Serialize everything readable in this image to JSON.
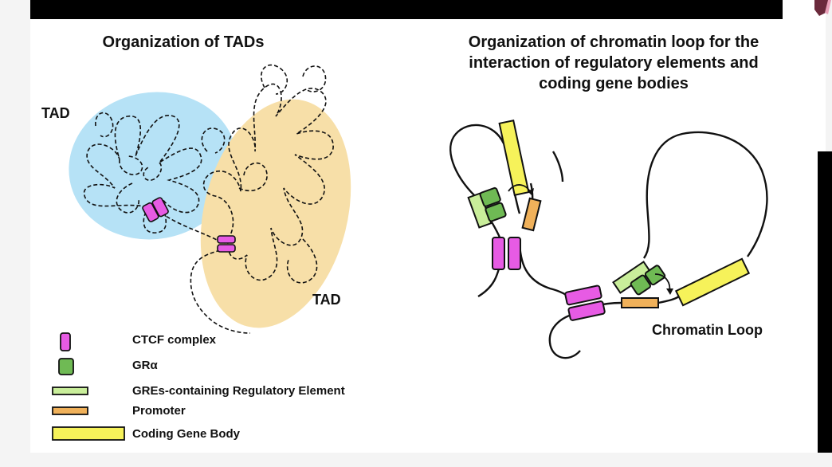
{
  "left_panel": {
    "title": "Organization of TADs",
    "tad_label_left": "TAD",
    "tad_label_right": "TAD"
  },
  "right_panel": {
    "title_lines": [
      "Organization of chromatin loop for the",
      "interaction of regulatory elements and",
      "coding gene bodies"
    ],
    "loop_label": "Chromatin Loop"
  },
  "legend": {
    "items": [
      {
        "label": "CTCF complex",
        "color": "#e75be4"
      },
      {
        "label": "GRα",
        "color": "#6fba54"
      },
      {
        "label": "GREs-containing Regulatory Element",
        "color": "#c9ee9a"
      },
      {
        "label": "Promoter",
        "color": "#f0b15a"
      },
      {
        "label": "Coding Gene Body",
        "color": "#f6f25a"
      }
    ]
  },
  "colors": {
    "tad_blue": "#b6e2f6",
    "tad_yellow": "#f7dfa8",
    "ctcf": "#e75be4",
    "gr": "#6fba54",
    "gre": "#c9ee9a",
    "promoter": "#f0b15a",
    "gene_body": "#f6f25a"
  }
}
